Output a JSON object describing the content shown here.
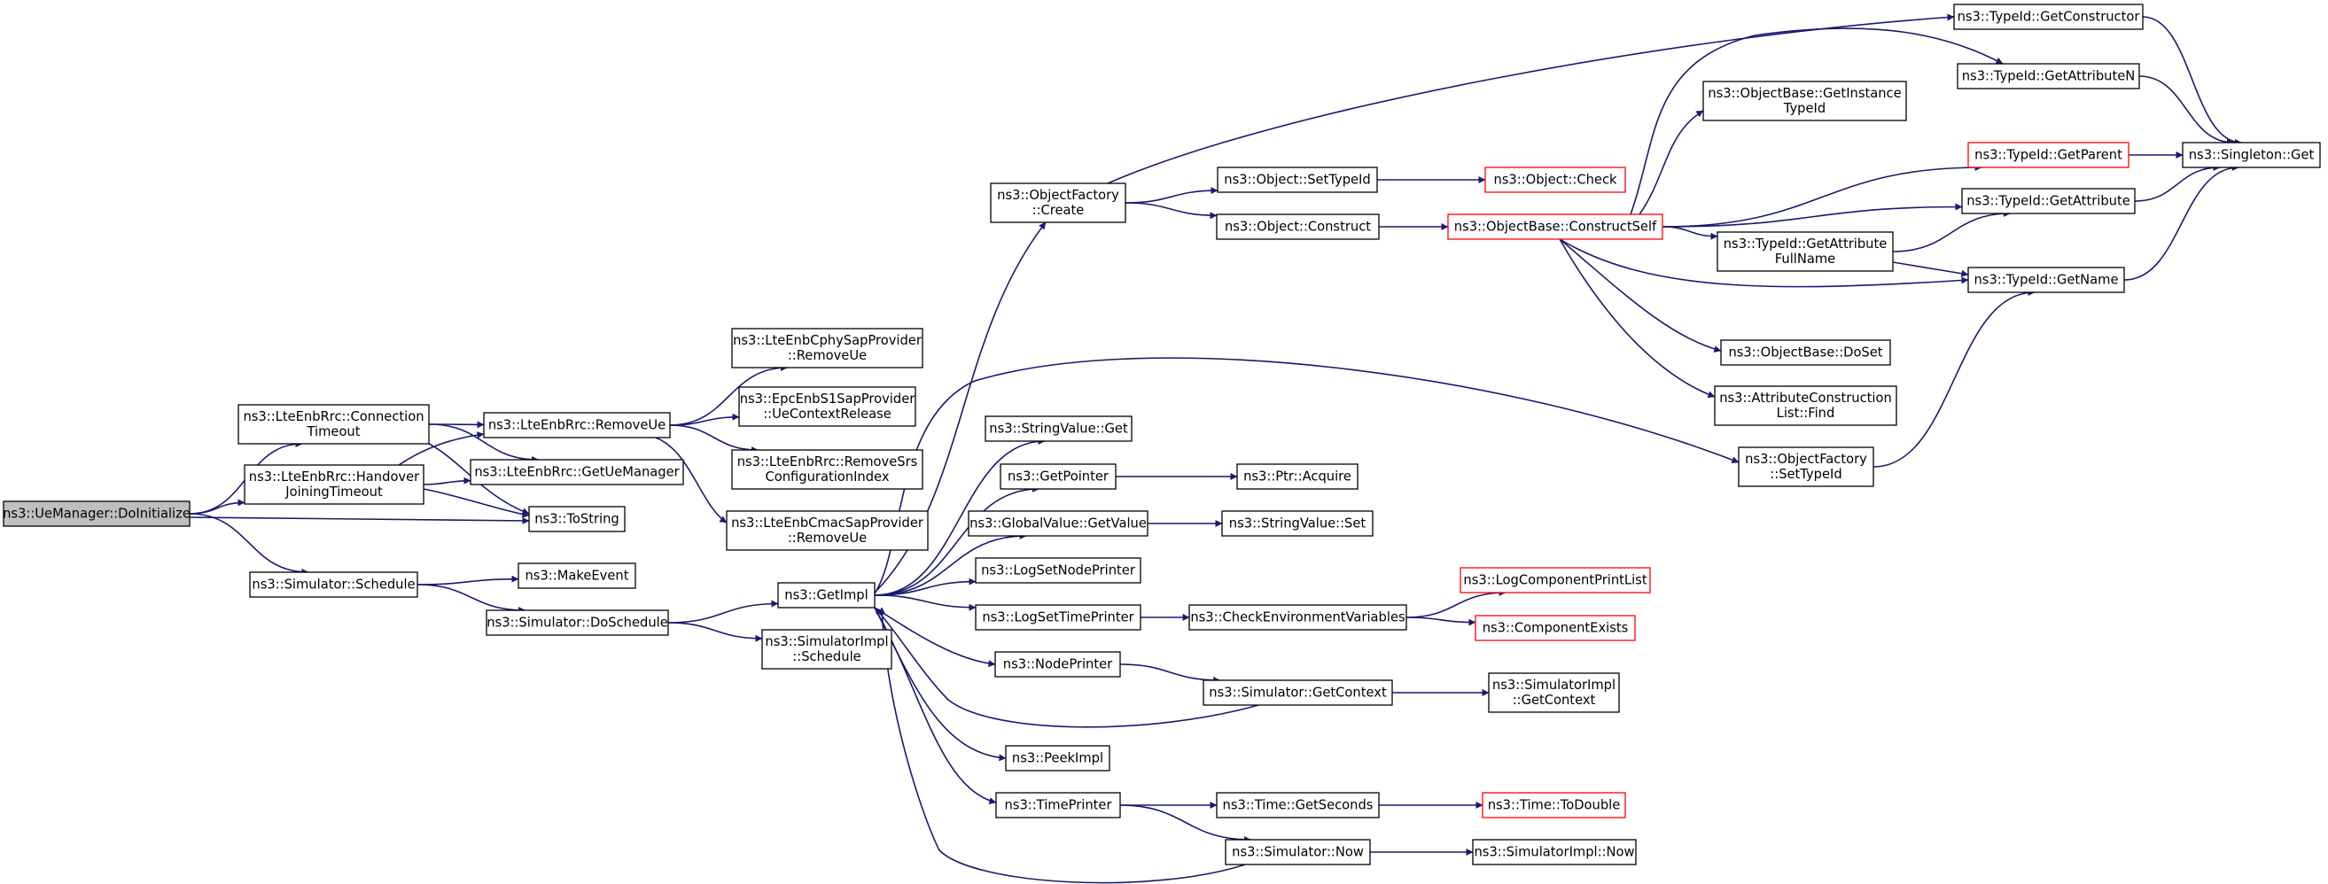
{
  "colors": {
    "edge": "#191970",
    "border": "#000000",
    "highlight_border": "#ff0000",
    "root_fill": "#bfbfbf"
  },
  "nodes": [
    {
      "id": "root",
      "lines": [
        "ns3::UeManager::DoInitialize"
      ],
      "style": "root"
    },
    {
      "id": "connTimeout",
      "lines": [
        "ns3::LteEnbRrc::Connection",
        "Timeout"
      ]
    },
    {
      "id": "handoverTimeout",
      "lines": [
        "ns3::LteEnbRrc::Handover",
        "JoiningTimeout"
      ]
    },
    {
      "id": "simSchedule",
      "lines": [
        "ns3::Simulator::Schedule"
      ]
    },
    {
      "id": "removeUe",
      "lines": [
        "ns3::LteEnbRrc::RemoveUe"
      ]
    },
    {
      "id": "getUeManager",
      "lines": [
        "ns3::LteEnbRrc::GetUeManager"
      ]
    },
    {
      "id": "toString",
      "lines": [
        "ns3::ToString"
      ]
    },
    {
      "id": "makeEvent",
      "lines": [
        "ns3::MakeEvent"
      ]
    },
    {
      "id": "doSchedule",
      "lines": [
        "ns3::Simulator::DoSchedule"
      ]
    },
    {
      "id": "cphyRemove",
      "lines": [
        "ns3::LteEnbCphySapProvider",
        "::RemoveUe"
      ]
    },
    {
      "id": "epcRelease",
      "lines": [
        "ns3::EpcEnbS1SapProvider",
        "::UeContextRelease"
      ]
    },
    {
      "id": "removeSrs",
      "lines": [
        "ns3::LteEnbRrc::RemoveSrs",
        "ConfigurationIndex"
      ]
    },
    {
      "id": "cmacRemove",
      "lines": [
        "ns3::LteEnbCmacSapProvider",
        "::RemoveUe"
      ]
    },
    {
      "id": "getImpl",
      "lines": [
        "ns3::GetImpl"
      ]
    },
    {
      "id": "simImplSchedule",
      "lines": [
        "ns3::SimulatorImpl",
        "::Schedule"
      ]
    },
    {
      "id": "objFactoryCreate",
      "lines": [
        "ns3::ObjectFactory",
        "::Create"
      ]
    },
    {
      "id": "stringValueGet",
      "lines": [
        "ns3::StringValue::Get"
      ]
    },
    {
      "id": "getPointer",
      "lines": [
        "ns3::GetPointer"
      ]
    },
    {
      "id": "globalValueGet",
      "lines": [
        "ns3::GlobalValue::GetValue"
      ]
    },
    {
      "id": "logSetNodePrinter",
      "lines": [
        "ns3::LogSetNodePrinter"
      ]
    },
    {
      "id": "logSetTimePrinter",
      "lines": [
        "ns3::LogSetTimePrinter"
      ]
    },
    {
      "id": "nodePrinter",
      "lines": [
        "ns3::NodePrinter"
      ]
    },
    {
      "id": "peekImpl",
      "lines": [
        "ns3::PeekImpl"
      ]
    },
    {
      "id": "timePrinter",
      "lines": [
        "ns3::TimePrinter"
      ]
    },
    {
      "id": "objSetTypeId",
      "lines": [
        "ns3::Object::SetTypeId"
      ]
    },
    {
      "id": "objConstruct",
      "lines": [
        "ns3::Object::Construct"
      ]
    },
    {
      "id": "ptrAcquire",
      "lines": [
        "ns3::Ptr::Acquire"
      ]
    },
    {
      "id": "stringValueSet",
      "lines": [
        "ns3::StringValue::Set"
      ]
    },
    {
      "id": "checkEnv",
      "lines": [
        "ns3::CheckEnvironmentVariables"
      ]
    },
    {
      "id": "simGetContext",
      "lines": [
        "ns3::Simulator::GetContext"
      ]
    },
    {
      "id": "timeGetSeconds",
      "lines": [
        "ns3::Time::GetSeconds"
      ]
    },
    {
      "id": "simNow",
      "lines": [
        "ns3::Simulator::Now"
      ]
    },
    {
      "id": "objCheck",
      "lines": [
        "ns3::Object::Check"
      ],
      "style": "red"
    },
    {
      "id": "constructSelf",
      "lines": [
        "ns3::ObjectBase::ConstructSelf"
      ],
      "style": "red"
    },
    {
      "id": "logCompPrint",
      "lines": [
        "ns3::LogComponentPrintList"
      ],
      "style": "red"
    },
    {
      "id": "compExists",
      "lines": [
        "ns3::ComponentExists"
      ],
      "style": "red"
    },
    {
      "id": "simImplGetContext",
      "lines": [
        "ns3::SimulatorImpl",
        "::GetContext"
      ]
    },
    {
      "id": "timeToDouble",
      "lines": [
        "ns3::Time::ToDouble"
      ],
      "style": "red"
    },
    {
      "id": "simImplNow",
      "lines": [
        "ns3::SimulatorImpl::Now"
      ]
    },
    {
      "id": "getInstanceTypeId",
      "lines": [
        "ns3::ObjectBase::GetInstance",
        "TypeId"
      ]
    },
    {
      "id": "getAttrFullName",
      "lines": [
        "ns3::TypeId::GetAttribute",
        "FullName"
      ]
    },
    {
      "id": "doSet",
      "lines": [
        "ns3::ObjectBase::DoSet"
      ]
    },
    {
      "id": "attrConstFind",
      "lines": [
        "ns3::AttributeConstruction",
        "List::Find"
      ]
    },
    {
      "id": "objFactorySetTypeId",
      "lines": [
        "ns3::ObjectFactory",
        "::SetTypeId"
      ]
    },
    {
      "id": "getConstructor",
      "lines": [
        "ns3::TypeId::GetConstructor"
      ]
    },
    {
      "id": "getAttributeN",
      "lines": [
        "ns3::TypeId::GetAttributeN"
      ]
    },
    {
      "id": "getParent",
      "lines": [
        "ns3::TypeId::GetParent"
      ],
      "style": "red"
    },
    {
      "id": "getAttribute",
      "lines": [
        "ns3::TypeId::GetAttribute"
      ]
    },
    {
      "id": "getName",
      "lines": [
        "ns3::TypeId::GetName"
      ]
    },
    {
      "id": "singletonGet",
      "lines": [
        "ns3::Singleton::Get"
      ]
    }
  ],
  "edges": [
    [
      "root",
      "connTimeout"
    ],
    [
      "root",
      "handoverTimeout"
    ],
    [
      "root",
      "toString"
    ],
    [
      "root",
      "simSchedule"
    ],
    [
      "connTimeout",
      "removeUe"
    ],
    [
      "connTimeout",
      "getUeManager"
    ],
    [
      "connTimeout",
      "toString"
    ],
    [
      "handoverTimeout",
      "removeUe"
    ],
    [
      "handoverTimeout",
      "getUeManager"
    ],
    [
      "handoverTimeout",
      "toString"
    ],
    [
      "simSchedule",
      "makeEvent"
    ],
    [
      "simSchedule",
      "doSchedule"
    ],
    [
      "removeUe",
      "cphyRemove"
    ],
    [
      "removeUe",
      "epcRelease"
    ],
    [
      "removeUe",
      "removeSrs"
    ],
    [
      "removeUe",
      "cmacRemove"
    ],
    [
      "doSchedule",
      "getImpl"
    ],
    [
      "doSchedule",
      "simImplSchedule"
    ],
    [
      "getImpl",
      "objFactoryCreate"
    ],
    [
      "getImpl",
      "stringValueGet"
    ],
    [
      "getImpl",
      "getPointer"
    ],
    [
      "getImpl",
      "globalValueGet"
    ],
    [
      "getImpl",
      "logSetNodePrinter"
    ],
    [
      "getImpl",
      "logSetTimePrinter"
    ],
    [
      "getImpl",
      "nodePrinter"
    ],
    [
      "getImpl",
      "peekImpl"
    ],
    [
      "getImpl",
      "timePrinter"
    ],
    [
      "getImpl",
      "objFactorySetTypeId"
    ],
    [
      "objFactoryCreate",
      "getConstructor"
    ],
    [
      "objFactoryCreate",
      "objSetTypeId"
    ],
    [
      "objFactoryCreate",
      "objConstruct"
    ],
    [
      "objSetTypeId",
      "objCheck"
    ],
    [
      "objConstruct",
      "constructSelf"
    ],
    [
      "getPointer",
      "ptrAcquire"
    ],
    [
      "globalValueGet",
      "stringValueSet"
    ],
    [
      "logSetTimePrinter",
      "checkEnv"
    ],
    [
      "checkEnv",
      "logCompPrint"
    ],
    [
      "checkEnv",
      "compExists"
    ],
    [
      "nodePrinter",
      "simGetContext"
    ],
    [
      "simGetContext",
      "simImplGetContext"
    ],
    [
      "simGetContext",
      "getImpl"
    ],
    [
      "timePrinter",
      "timeGetSeconds"
    ],
    [
      "timePrinter",
      "simNow"
    ],
    [
      "timeGetSeconds",
      "timeToDouble"
    ],
    [
      "simNow",
      "simImplNow"
    ],
    [
      "simNow",
      "getImpl"
    ],
    [
      "constructSelf",
      "getInstanceTypeId"
    ],
    [
      "constructSelf",
      "getAttributeN"
    ],
    [
      "constructSelf",
      "getParent"
    ],
    [
      "constructSelf",
      "getAttribute"
    ],
    [
      "constructSelf",
      "getAttrFullName"
    ],
    [
      "constructSelf",
      "getName"
    ],
    [
      "constructSelf",
      "doSet"
    ],
    [
      "constructSelf",
      "attrConstFind"
    ],
    [
      "getAttrFullName",
      "getAttribute"
    ],
    [
      "getAttrFullName",
      "getName"
    ],
    [
      "objFactorySetTypeId",
      "getName"
    ],
    [
      "getConstructor",
      "singletonGet"
    ],
    [
      "getAttributeN",
      "singletonGet"
    ],
    [
      "getParent",
      "singletonGet"
    ],
    [
      "getAttribute",
      "singletonGet"
    ],
    [
      "getName",
      "singletonGet"
    ]
  ]
}
